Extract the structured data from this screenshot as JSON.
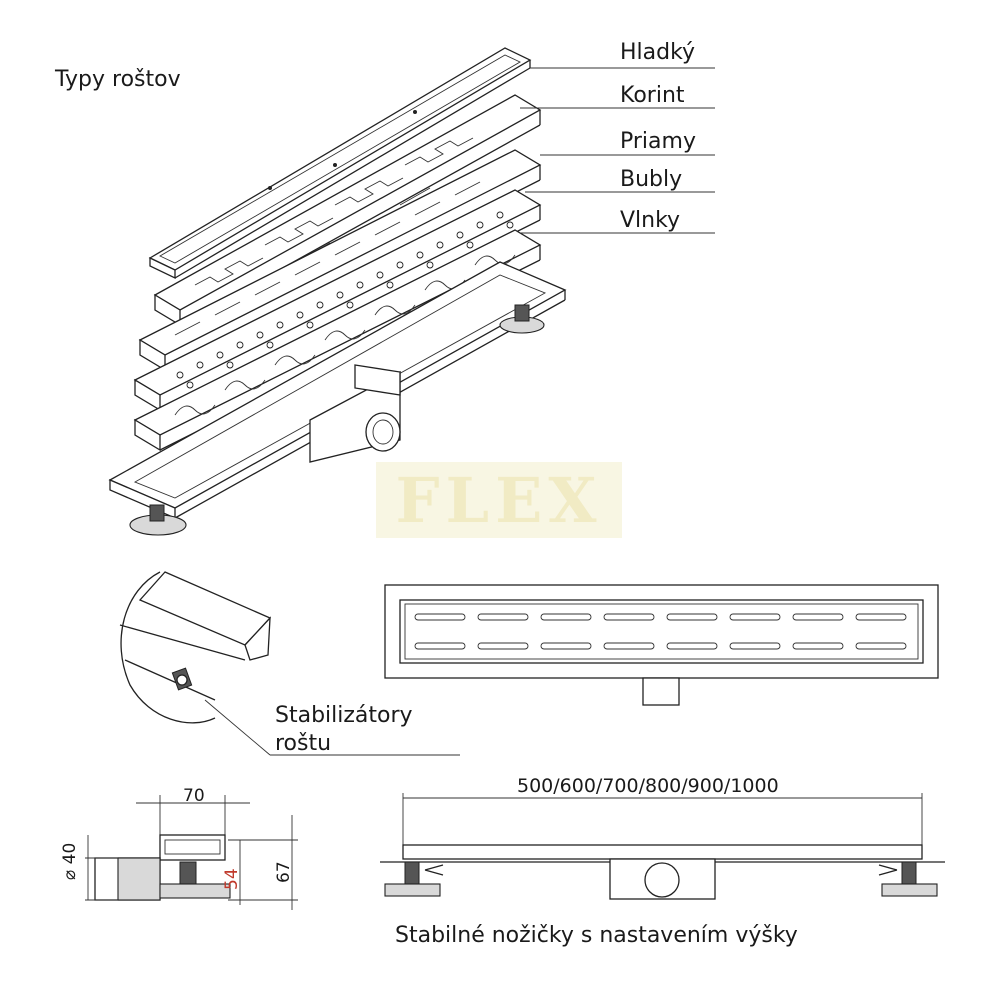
{
  "title": "Typy roštov",
  "grate_types": [
    "Hladký",
    "Korint",
    "Priamy",
    "Bubly",
    "Vlnky"
  ],
  "watermark": "FLEX",
  "stabilizer_label_line1": "Stabilizátory",
  "stabilizer_label_line2": "roštu",
  "dimensions": {
    "width": "70",
    "diameter": "⌀ 40",
    "height_inner": "54",
    "height_total": "67",
    "lengths": "500/600/700/800/900/1000"
  },
  "feet_caption": "Stabilné nožičky s nastavením výšky",
  "colors": {
    "line": "#222222",
    "watermark": "#f3eecb",
    "accent_dim": "#c0392b"
  }
}
